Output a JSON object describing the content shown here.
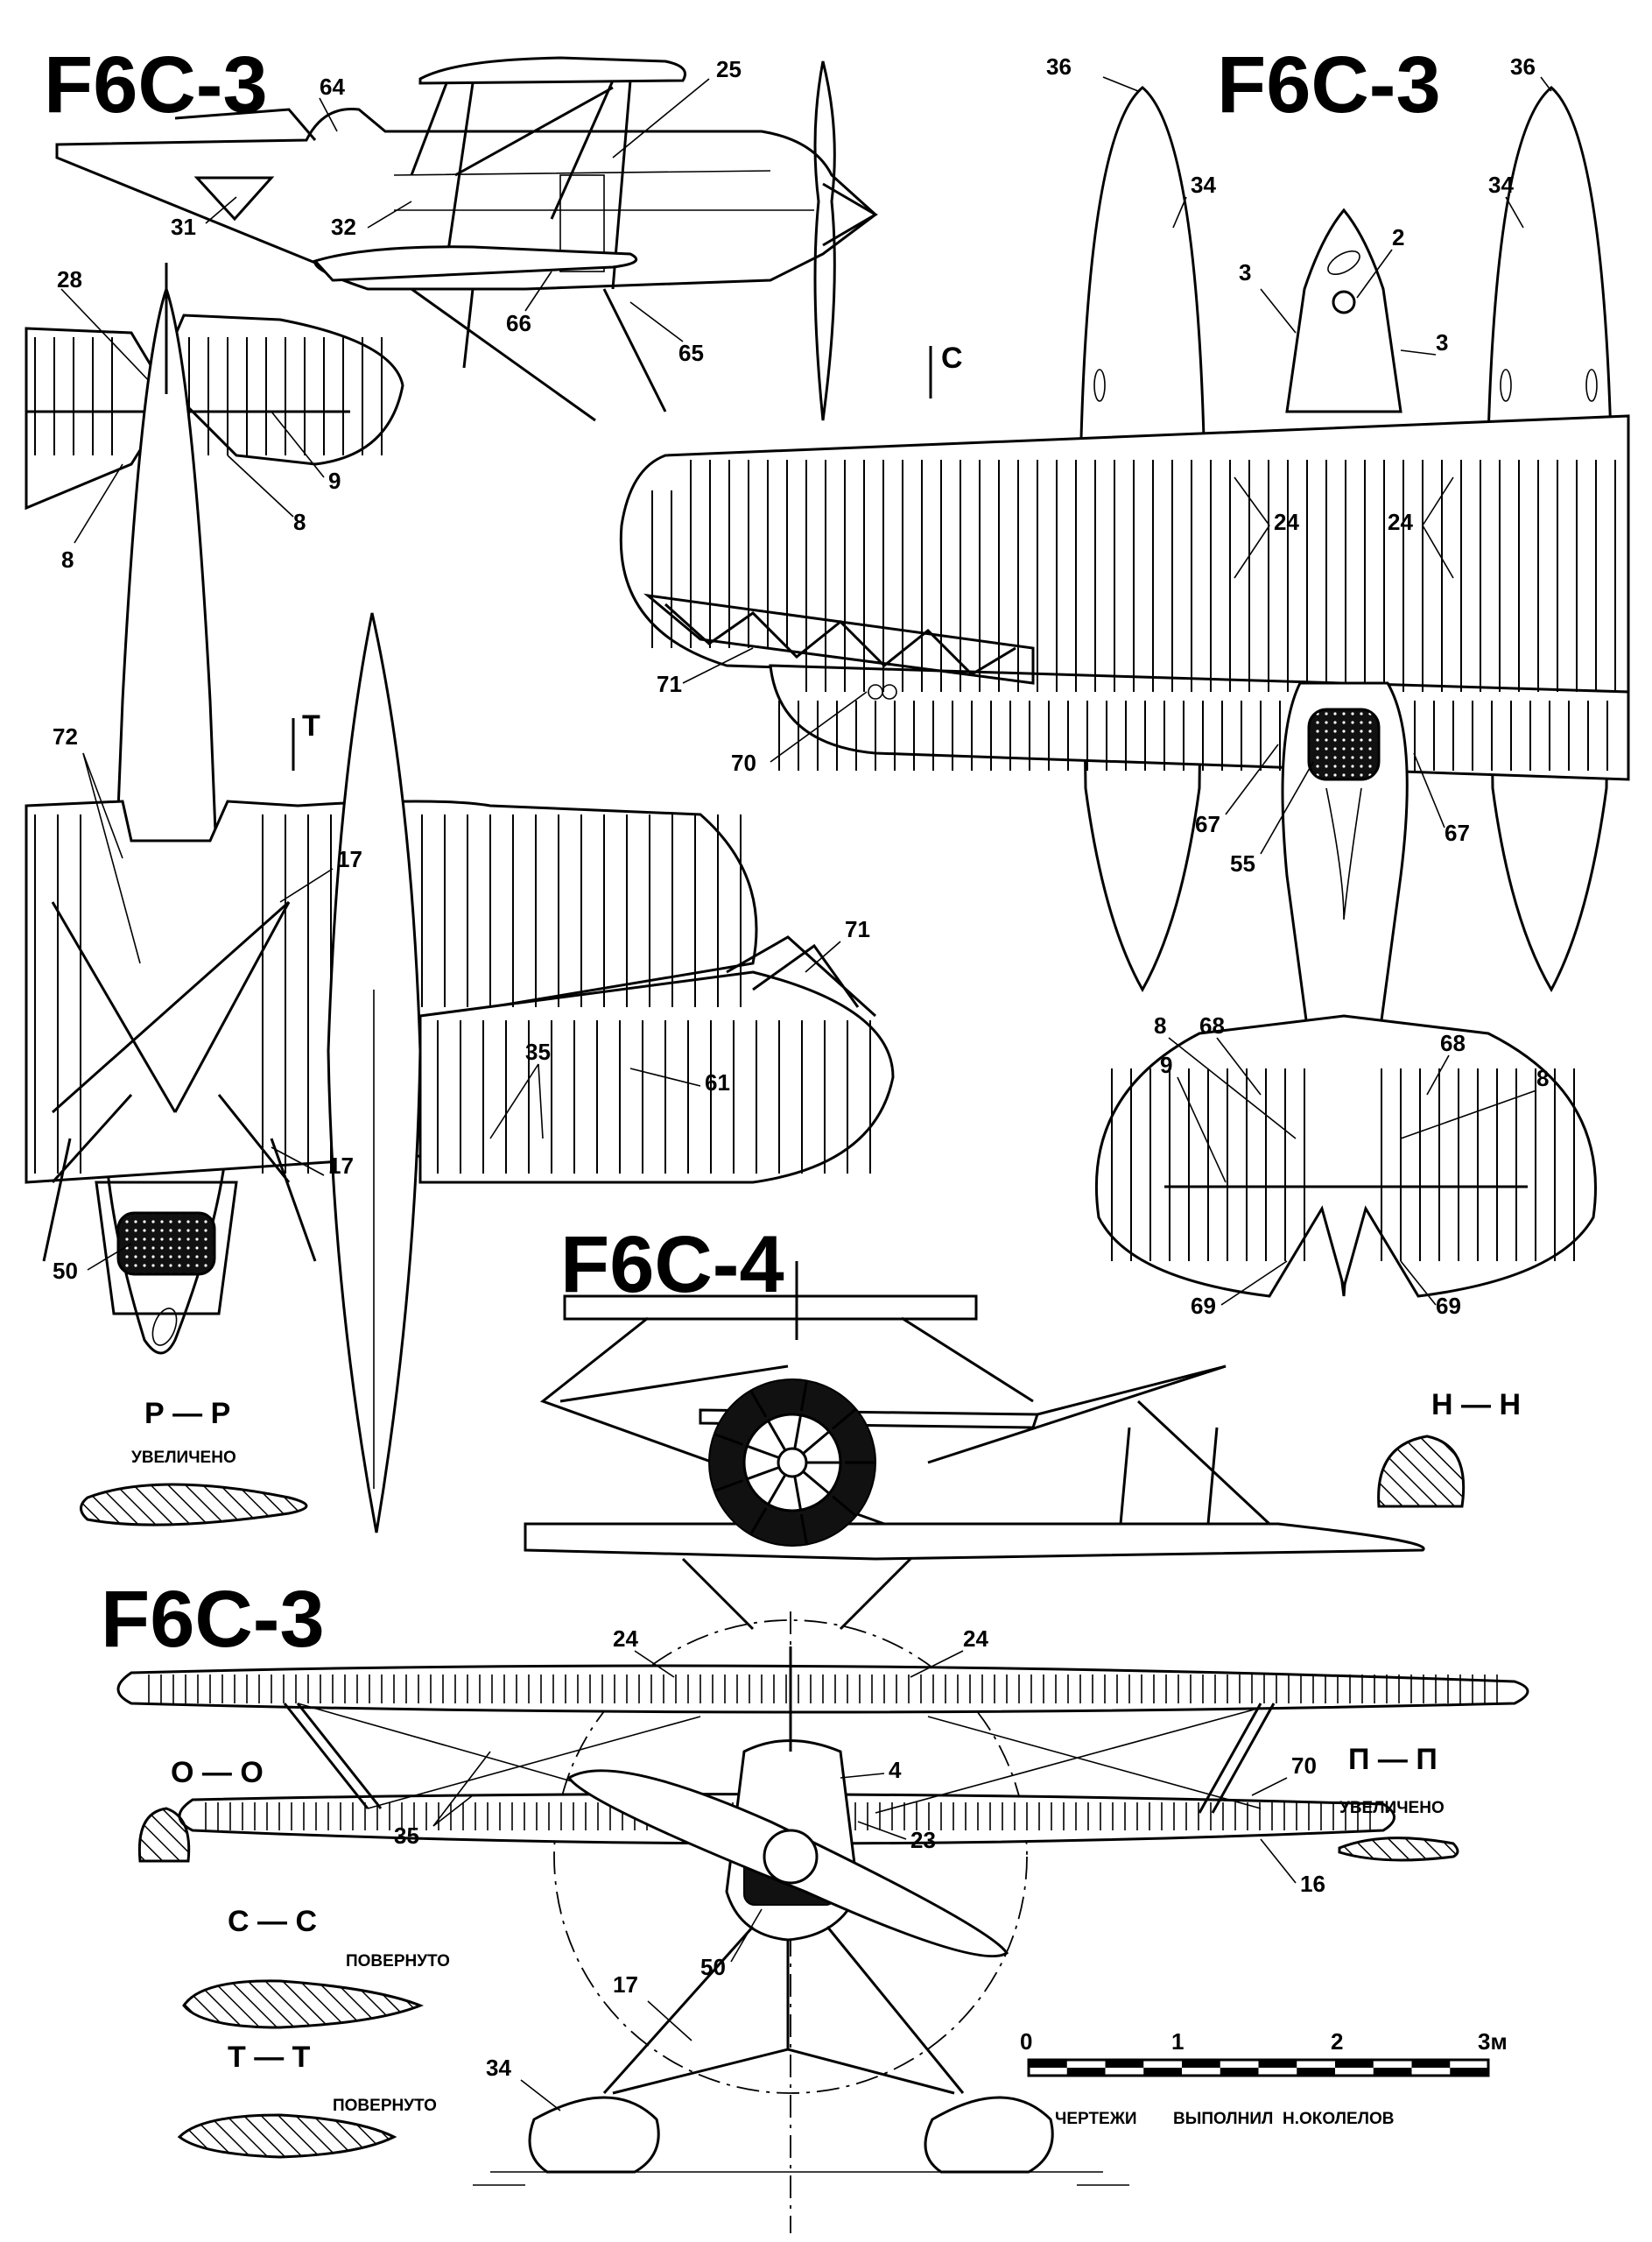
{
  "titles": {
    "side_view": "F6C-3",
    "top_view": "F6C-3",
    "variant": "F6C-4",
    "front_view": "F6C-3"
  },
  "callouts": {
    "c2": "2",
    "c3a": "3",
    "c3b": "3",
    "c4": "4",
    "c8a": "8",
    "c8b": "8",
    "c8c": "8",
    "c8d": "8",
    "c9a": "9",
    "c9b": "9",
    "c16": "16",
    "c17a": "17",
    "c17b": "17",
    "c17c": "17",
    "c23": "23",
    "c24a": "24",
    "c24b": "24",
    "c24c": "24",
    "c24d": "24",
    "c25": "25",
    "c28": "28",
    "c31": "31",
    "c32": "32",
    "c34a": "34",
    "c34b": "34",
    "c34c": "34",
    "c35a": "35",
    "c35b": "35",
    "c36a": "36",
    "c36b": "36",
    "c50a": "50",
    "c50b": "50",
    "c55": "55",
    "c61": "61",
    "c64": "64",
    "c65": "65",
    "c66": "66",
    "c67a": "67",
    "c67b": "67",
    "c68a": "68",
    "c68b": "68",
    "c69a": "69",
    "c69b": "69",
    "c70a": "70",
    "c70b": "70",
    "c71a": "71",
    "c71b": "71",
    "c72": "72"
  },
  "section_marks": {
    "c_mark": "С",
    "t_mark": "Т"
  },
  "sections": {
    "pp_rr": {
      "label": "Р — Р",
      "note": "УВЕЛИЧЕНО"
    },
    "nn": {
      "label": "Н — Н"
    },
    "oo": {
      "label": "О — О"
    },
    "ppi": {
      "label": "П — П",
      "note": "УВЕЛИЧЕНО"
    },
    "cc": {
      "label": "С — С",
      "note": "ПОВЕРНУТО"
    },
    "tt": {
      "label": "Т — Т",
      "note": "ПОВЕРНУТО"
    }
  },
  "scale_bar": {
    "ticks": [
      "0",
      "1",
      "2",
      "3м"
    ]
  },
  "credits": {
    "part1": "ЧЕРТЕЖИ",
    "part2": "ВЫПОЛНИЛ",
    "author": "Н.ОКОЛЕЛОВ"
  }
}
